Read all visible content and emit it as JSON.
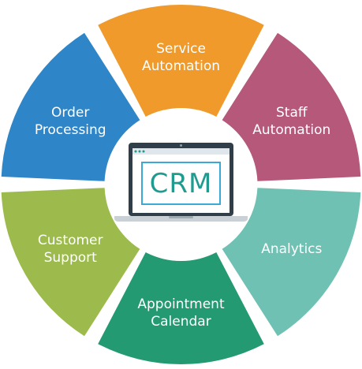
{
  "center": {
    "label": "CRM",
    "icon": "laptop-icon"
  },
  "segments": [
    {
      "id": "service-automation",
      "lines": [
        "Service",
        "Automation"
      ],
      "color": "#ef9a2a"
    },
    {
      "id": "staff-automation",
      "lines": [
        "Staff",
        "Automation"
      ],
      "color": "#b5587a"
    },
    {
      "id": "analytics",
      "lines": [
        "Analytics"
      ],
      "color": "#6fc2b3"
    },
    {
      "id": "appointment-calendar",
      "lines": [
        "Appointment",
        "Calendar"
      ],
      "color": "#249a72"
    },
    {
      "id": "customer-support",
      "lines": [
        "Customer",
        "Support"
      ],
      "color": "#9cbb4c"
    },
    {
      "id": "order-processing",
      "lines": [
        "Order",
        "Processing"
      ],
      "color": "#2e86c9"
    }
  ]
}
